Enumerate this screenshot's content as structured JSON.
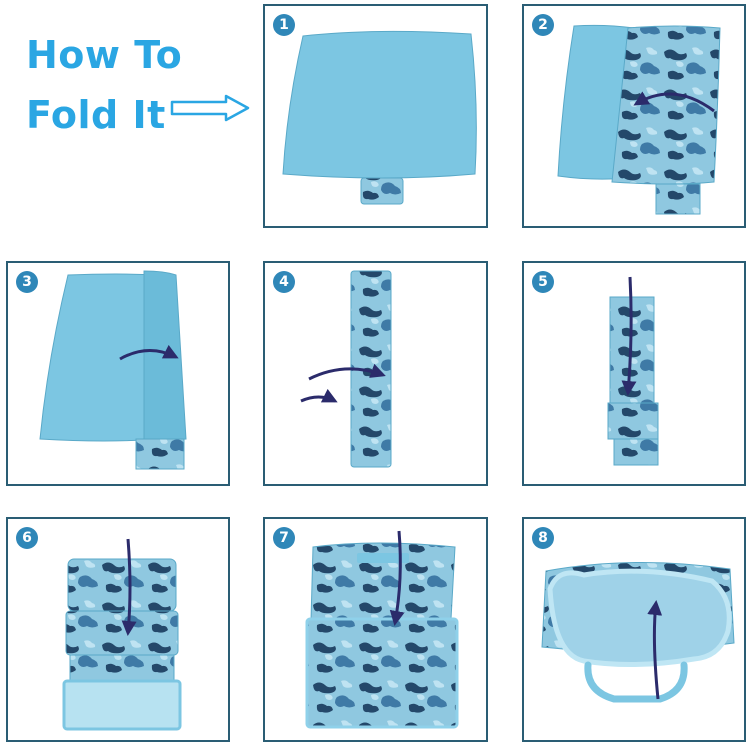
{
  "header": {
    "line1": "How To",
    "line2": "Fold It"
  },
  "steps": [
    {
      "number": "1"
    },
    {
      "number": "2"
    },
    {
      "number": "3"
    },
    {
      "number": "4"
    },
    {
      "number": "5"
    },
    {
      "number": "6"
    },
    {
      "number": "7"
    },
    {
      "number": "8"
    }
  ],
  "colors": {
    "title": "#2aa6e3",
    "frame": "#2a5d74",
    "badge": "#2f87b8",
    "mat": "#7cc6e2",
    "camo_base": "#8fc8e0",
    "camo_dark": "#24486a",
    "camo_mid": "#3f7aa6",
    "arrow": "#2b2b6b"
  }
}
